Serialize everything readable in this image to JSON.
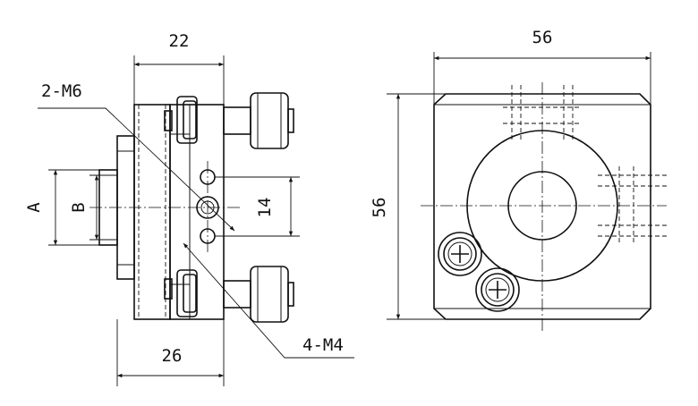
{
  "labels": {
    "dim_22": "22",
    "dim_26": "26",
    "dim_56_top": "56",
    "dim_56_side": "56",
    "dim_14": "14",
    "dim_a": "A",
    "dim_b": "B",
    "callout_2m6": "2-M6",
    "callout_4m4": "4-M4"
  }
}
